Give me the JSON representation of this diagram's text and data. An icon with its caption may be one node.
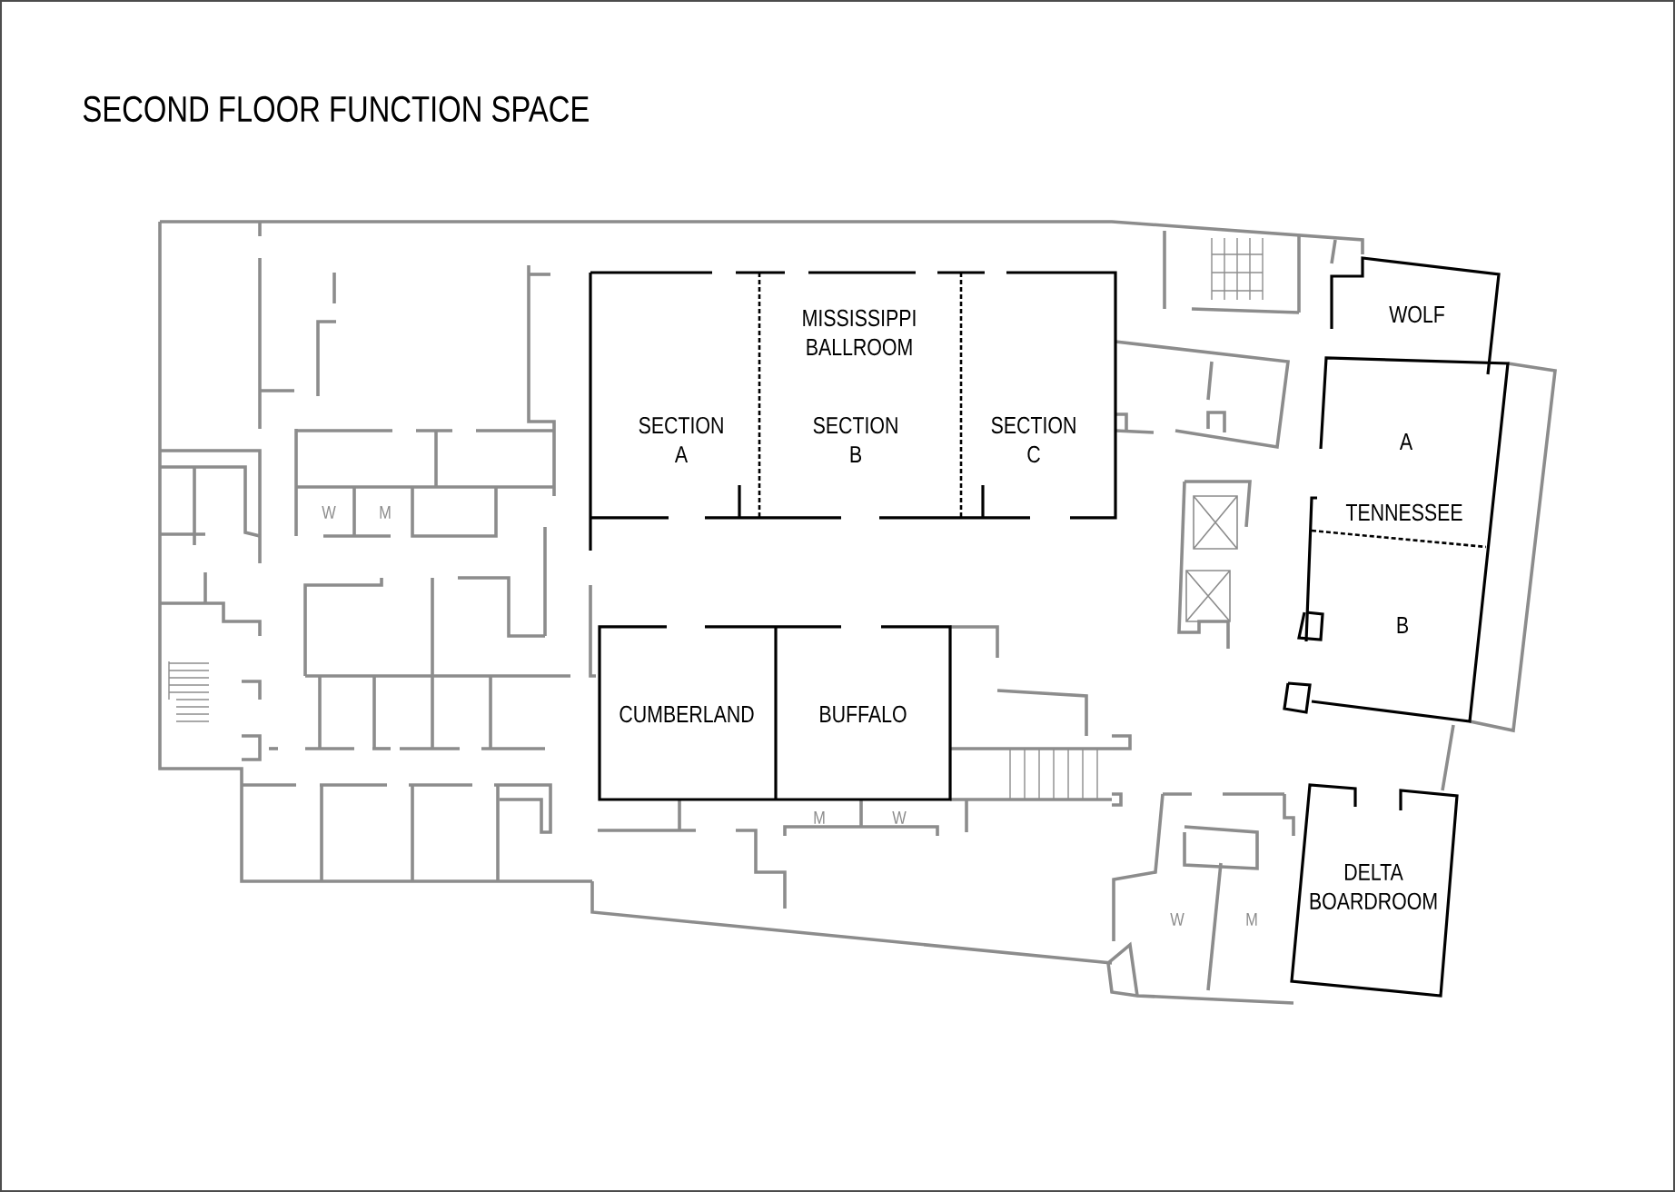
{
  "diagram": {
    "title": "SECOND FLOOR FUNCTION SPACE",
    "nodes": [
      {
        "text": [
          "MISSISSIPPI BALLROOM"
        ]
      },
      {
        "text": [
          "SECTION A"
        ],
        "in": 0
      },
      {
        "text": [
          "SECTION B"
        ],
        "in": 0
      },
      {
        "text": [
          "SECTION C"
        ],
        "in": 0
      },
      {
        "text": [
          "WOLF"
        ]
      },
      {
        "text": [
          "TENNESSEE"
        ]
      },
      {
        "text": [
          "A"
        ],
        "in": 5
      },
      {
        "text": [
          "B"
        ],
        "in": 5
      },
      {
        "text": [
          "CUMBERLAND"
        ]
      },
      {
        "text": [
          "BUFFALO"
        ]
      },
      {
        "text": [
          "DELTA BOARDROOM"
        ]
      }
    ],
    "labels": [
      "W",
      "M",
      "M",
      "W",
      "W",
      "M"
    ]
  }
}
